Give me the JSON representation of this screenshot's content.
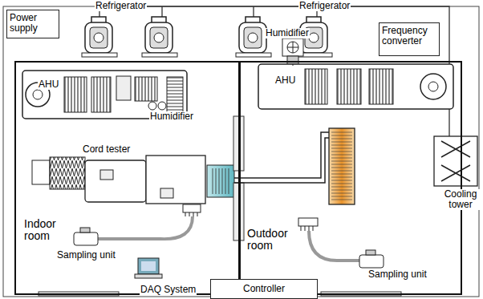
{
  "diagram": {
    "nodes": [
      {
        "text": [
          "Power supply"
        ]
      },
      {
        "text": [
          "Frequency converter"
        ]
      },
      {
        "text": [
          "Indoor room"
        ]
      },
      {
        "text": [
          "Outdoor room"
        ]
      },
      {
        "text": [
          "Controller"
        ]
      }
    ],
    "labels": [
      "Refrigerator",
      "Refrigerator",
      "Humidifier",
      "AHU",
      "Humidifier",
      "AHU",
      "Cord tester",
      "Sampling unit",
      "Sampling unit",
      "Cooling tower",
      "DAQ System"
    ]
  }
}
